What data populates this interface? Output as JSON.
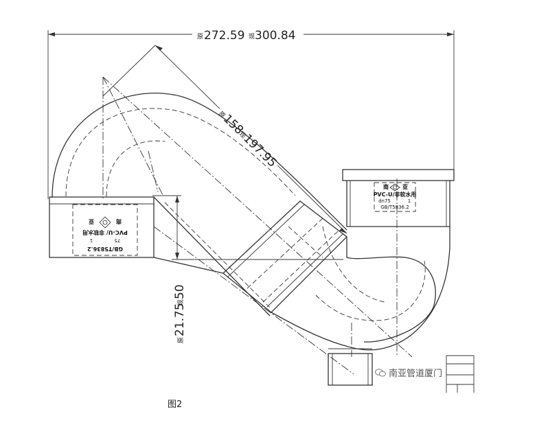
{
  "dimensions": {
    "overall_width": {
      "prefix": "原",
      "value1": "272.59",
      "mid": "现",
      "value2": "300.84"
    },
    "diagonal_length": {
      "prefix": "原",
      "value1": "158",
      "mid": "现",
      "value2": "197.95"
    },
    "socket_depth": {
      "prefix": "原",
      "value1": "21.75",
      "mid": "现",
      "value2": "50"
    }
  },
  "right_label": {
    "line1_a": "南",
    "line1_b": "亚",
    "line2": "PVC-U/非软水用",
    "line3_a": "dn75",
    "line3_b": "1",
    "line4": "GB/T5836.2"
  },
  "left_label": {
    "line1": "GB/T5836.2",
    "line2_a": "75",
    "line2_b": "1",
    "line3": "PVC-U/ 非软水用",
    "line4_a": "南",
    "line4_b": "亚"
  },
  "caption": "图2",
  "watermark": "南亚管道厦门"
}
